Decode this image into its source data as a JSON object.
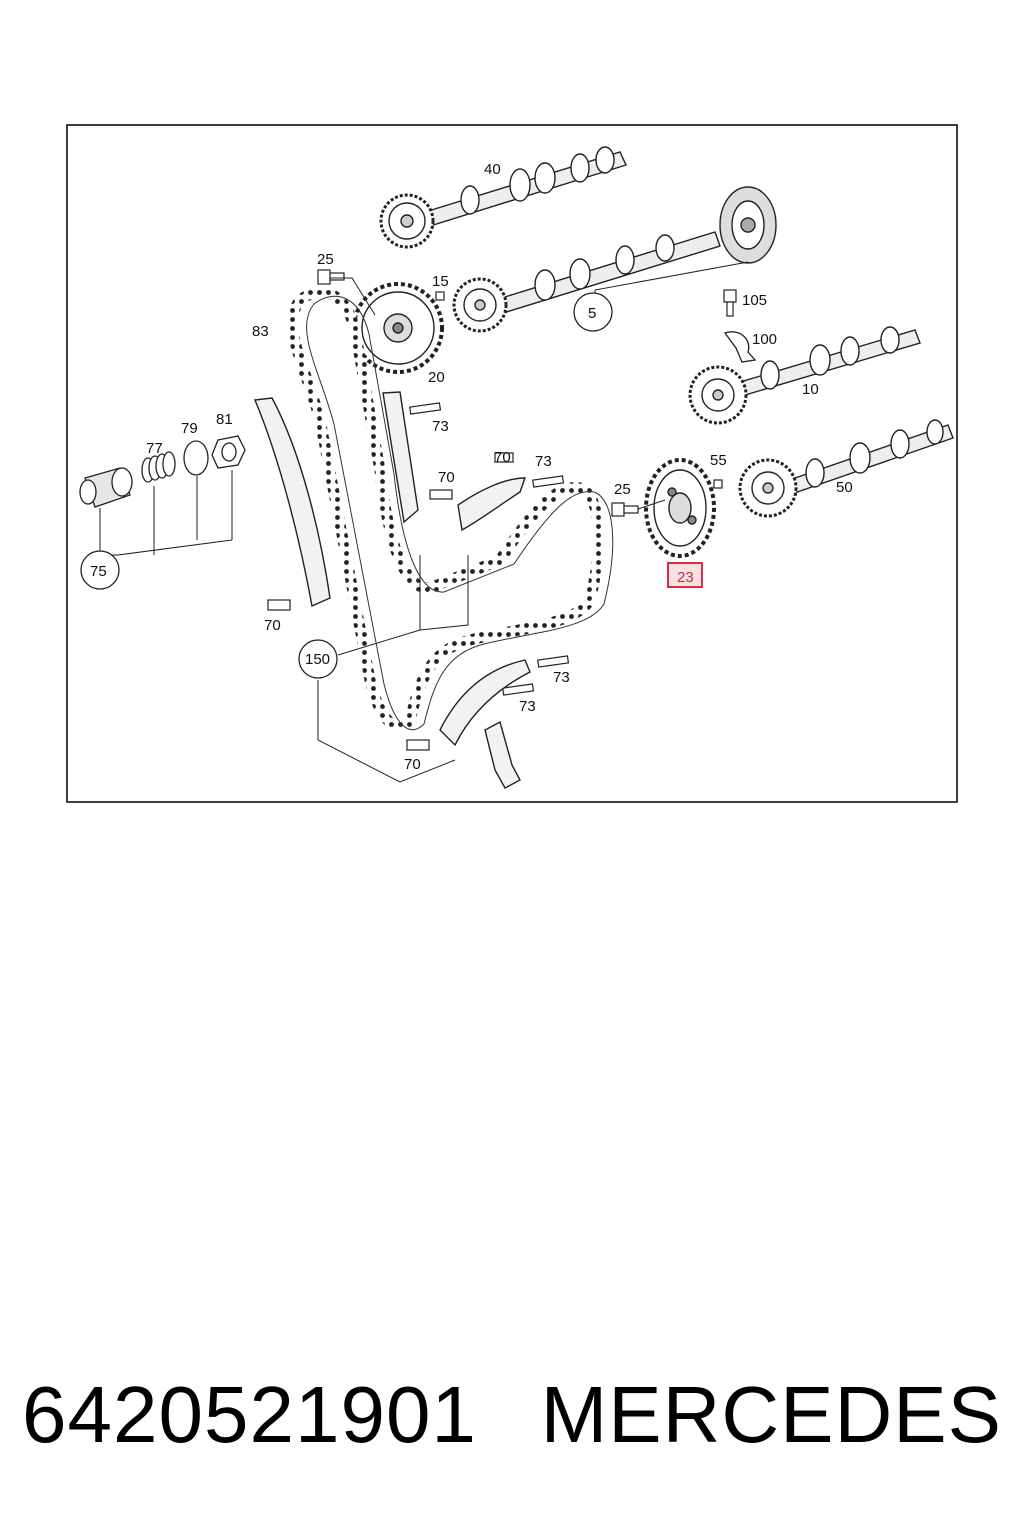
{
  "diagram": {
    "highlight_color": "#d9303f",
    "labels": {
      "p40": "40",
      "p25a": "25",
      "p15": "15",
      "p5": "5",
      "p105": "105",
      "p100": "100",
      "p83": "83",
      "p20": "20",
      "p10": "10",
      "p73a": "73",
      "p79": "79",
      "p81": "81",
      "p77": "77",
      "p70a": "70",
      "p70b": "70",
      "p73b": "73",
      "p55": "55",
      "p25b": "25",
      "p50": "50",
      "p23": "23",
      "p75": "75",
      "p70c": "70",
      "p150": "150",
      "p73c": "73",
      "p73d": "73",
      "p70d": "70"
    }
  },
  "caption": {
    "part_number": "6420521901",
    "brand": "MERCEDES"
  }
}
